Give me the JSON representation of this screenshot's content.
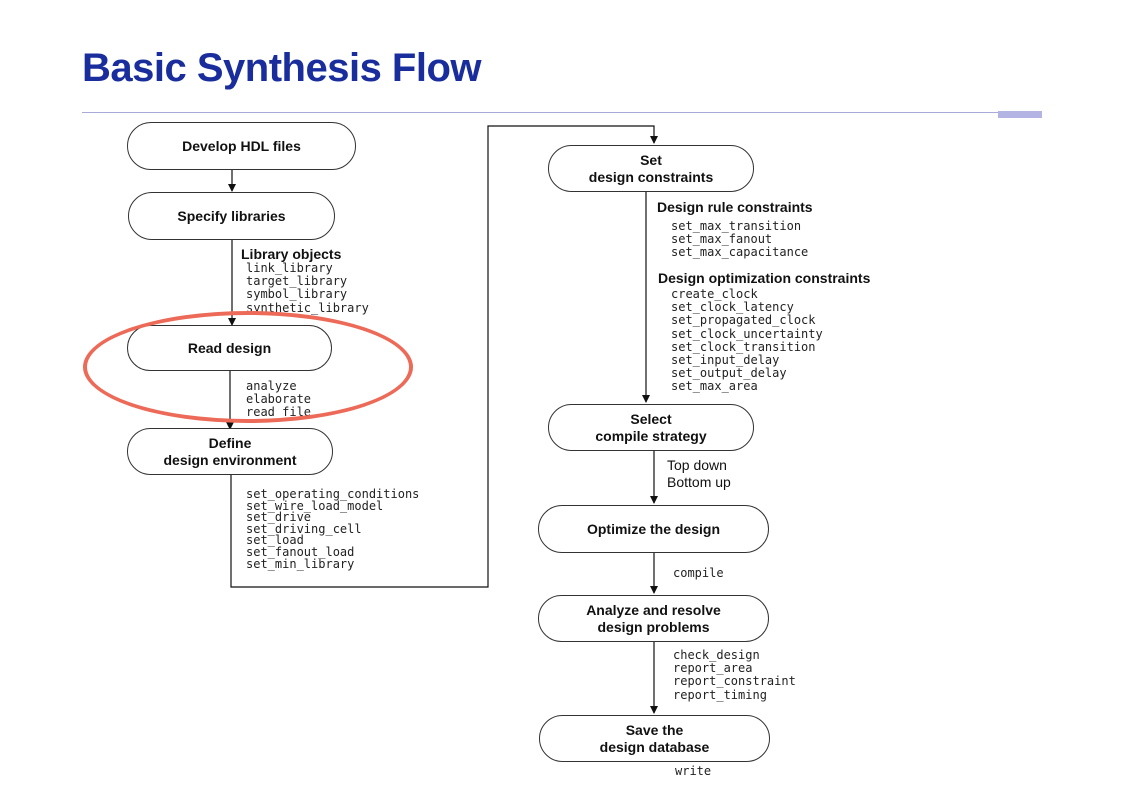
{
  "title": "Basic Synthesis Flow",
  "colors": {
    "title": "#1a2d9c",
    "highlight": "#ec6a57",
    "rule": "#a9a9dc"
  },
  "flow": {
    "develop_hdl": "Develop HDL files",
    "specify_libraries": "Specify libraries",
    "library_objects": {
      "heading": "Library objects",
      "commands": [
        "link_library",
        "target_library",
        "symbol_library",
        "synthetic_library"
      ]
    },
    "read_design": "Read design",
    "read_commands": [
      "analyze",
      "elaborate",
      "read_file"
    ],
    "define_env": [
      "Define",
      "design environment"
    ],
    "env_commands": [
      "set_operating_conditions",
      "set_wire_load_model",
      "set_drive",
      "set_driving_cell",
      "set_load",
      "set_fanout_load",
      "set_min_library"
    ],
    "set_constraints": [
      "Set",
      "design constraints"
    ],
    "design_rule": {
      "heading": "Design rule constraints",
      "commands": [
        "set_max_transition",
        "set_max_fanout",
        "set_max_capacitance"
      ]
    },
    "design_opt": {
      "heading": "Design optimization constraints",
      "commands": [
        "create_clock",
        "set_clock_latency",
        "set_propagated_clock",
        "set_clock_uncertainty",
        "set_clock_transition",
        "set_input_delay",
        "set_output_delay",
        "set_max_area"
      ]
    },
    "select_strategy": [
      "Select",
      "compile strategy"
    ],
    "strategies": [
      "Top down",
      "Bottom up"
    ],
    "optimize": "Optimize the design",
    "optimize_command": "compile",
    "analyze": [
      "Analyze and resolve",
      "design problems"
    ],
    "analyze_commands": [
      "check_design",
      "report_area",
      "report_constraint",
      "report_timing"
    ],
    "save": [
      "Save the",
      "design database"
    ],
    "save_command": "write"
  }
}
